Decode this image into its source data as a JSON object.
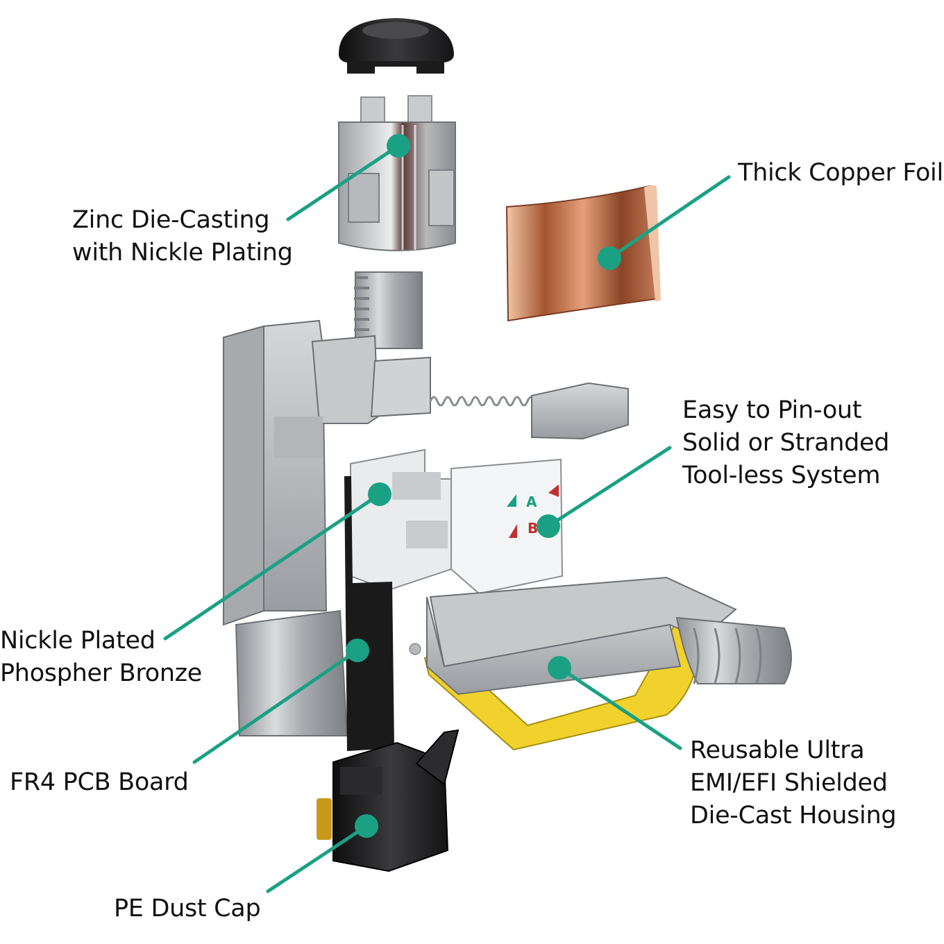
{
  "colors": {
    "callout": "#1aa184",
    "steel": "#b9bbbd",
    "steel_dark": "#7d8084",
    "copper": "#b8714f",
    "yellow": "#f2d32a",
    "black_part": "#1e1e1f",
    "white_part": "#eef0f2"
  },
  "callouts": [
    {
      "id": "copper-foil",
      "lines": [
        "Thick Copper Foil"
      ]
    },
    {
      "id": "zinc",
      "lines": [
        "Zinc Die-Casting",
        "with Nickle Plating"
      ]
    },
    {
      "id": "pinout",
      "lines": [
        "Easy to Pin-out",
        "Solid or Stranded",
        "Tool-less System"
      ]
    },
    {
      "id": "bronze",
      "lines": [
        "Nickle Plated",
        "Phospher Bronze"
      ]
    },
    {
      "id": "pcb",
      "lines": [
        "FR4 PCB Board"
      ]
    },
    {
      "id": "housing",
      "lines": [
        "Reusable Ultra",
        "EMI/EFI Shielded",
        "Die-Cast Housing"
      ]
    },
    {
      "id": "dustcap",
      "lines": [
        "PE Dust Cap"
      ]
    }
  ],
  "block_markings": [
    "A",
    "B"
  ]
}
